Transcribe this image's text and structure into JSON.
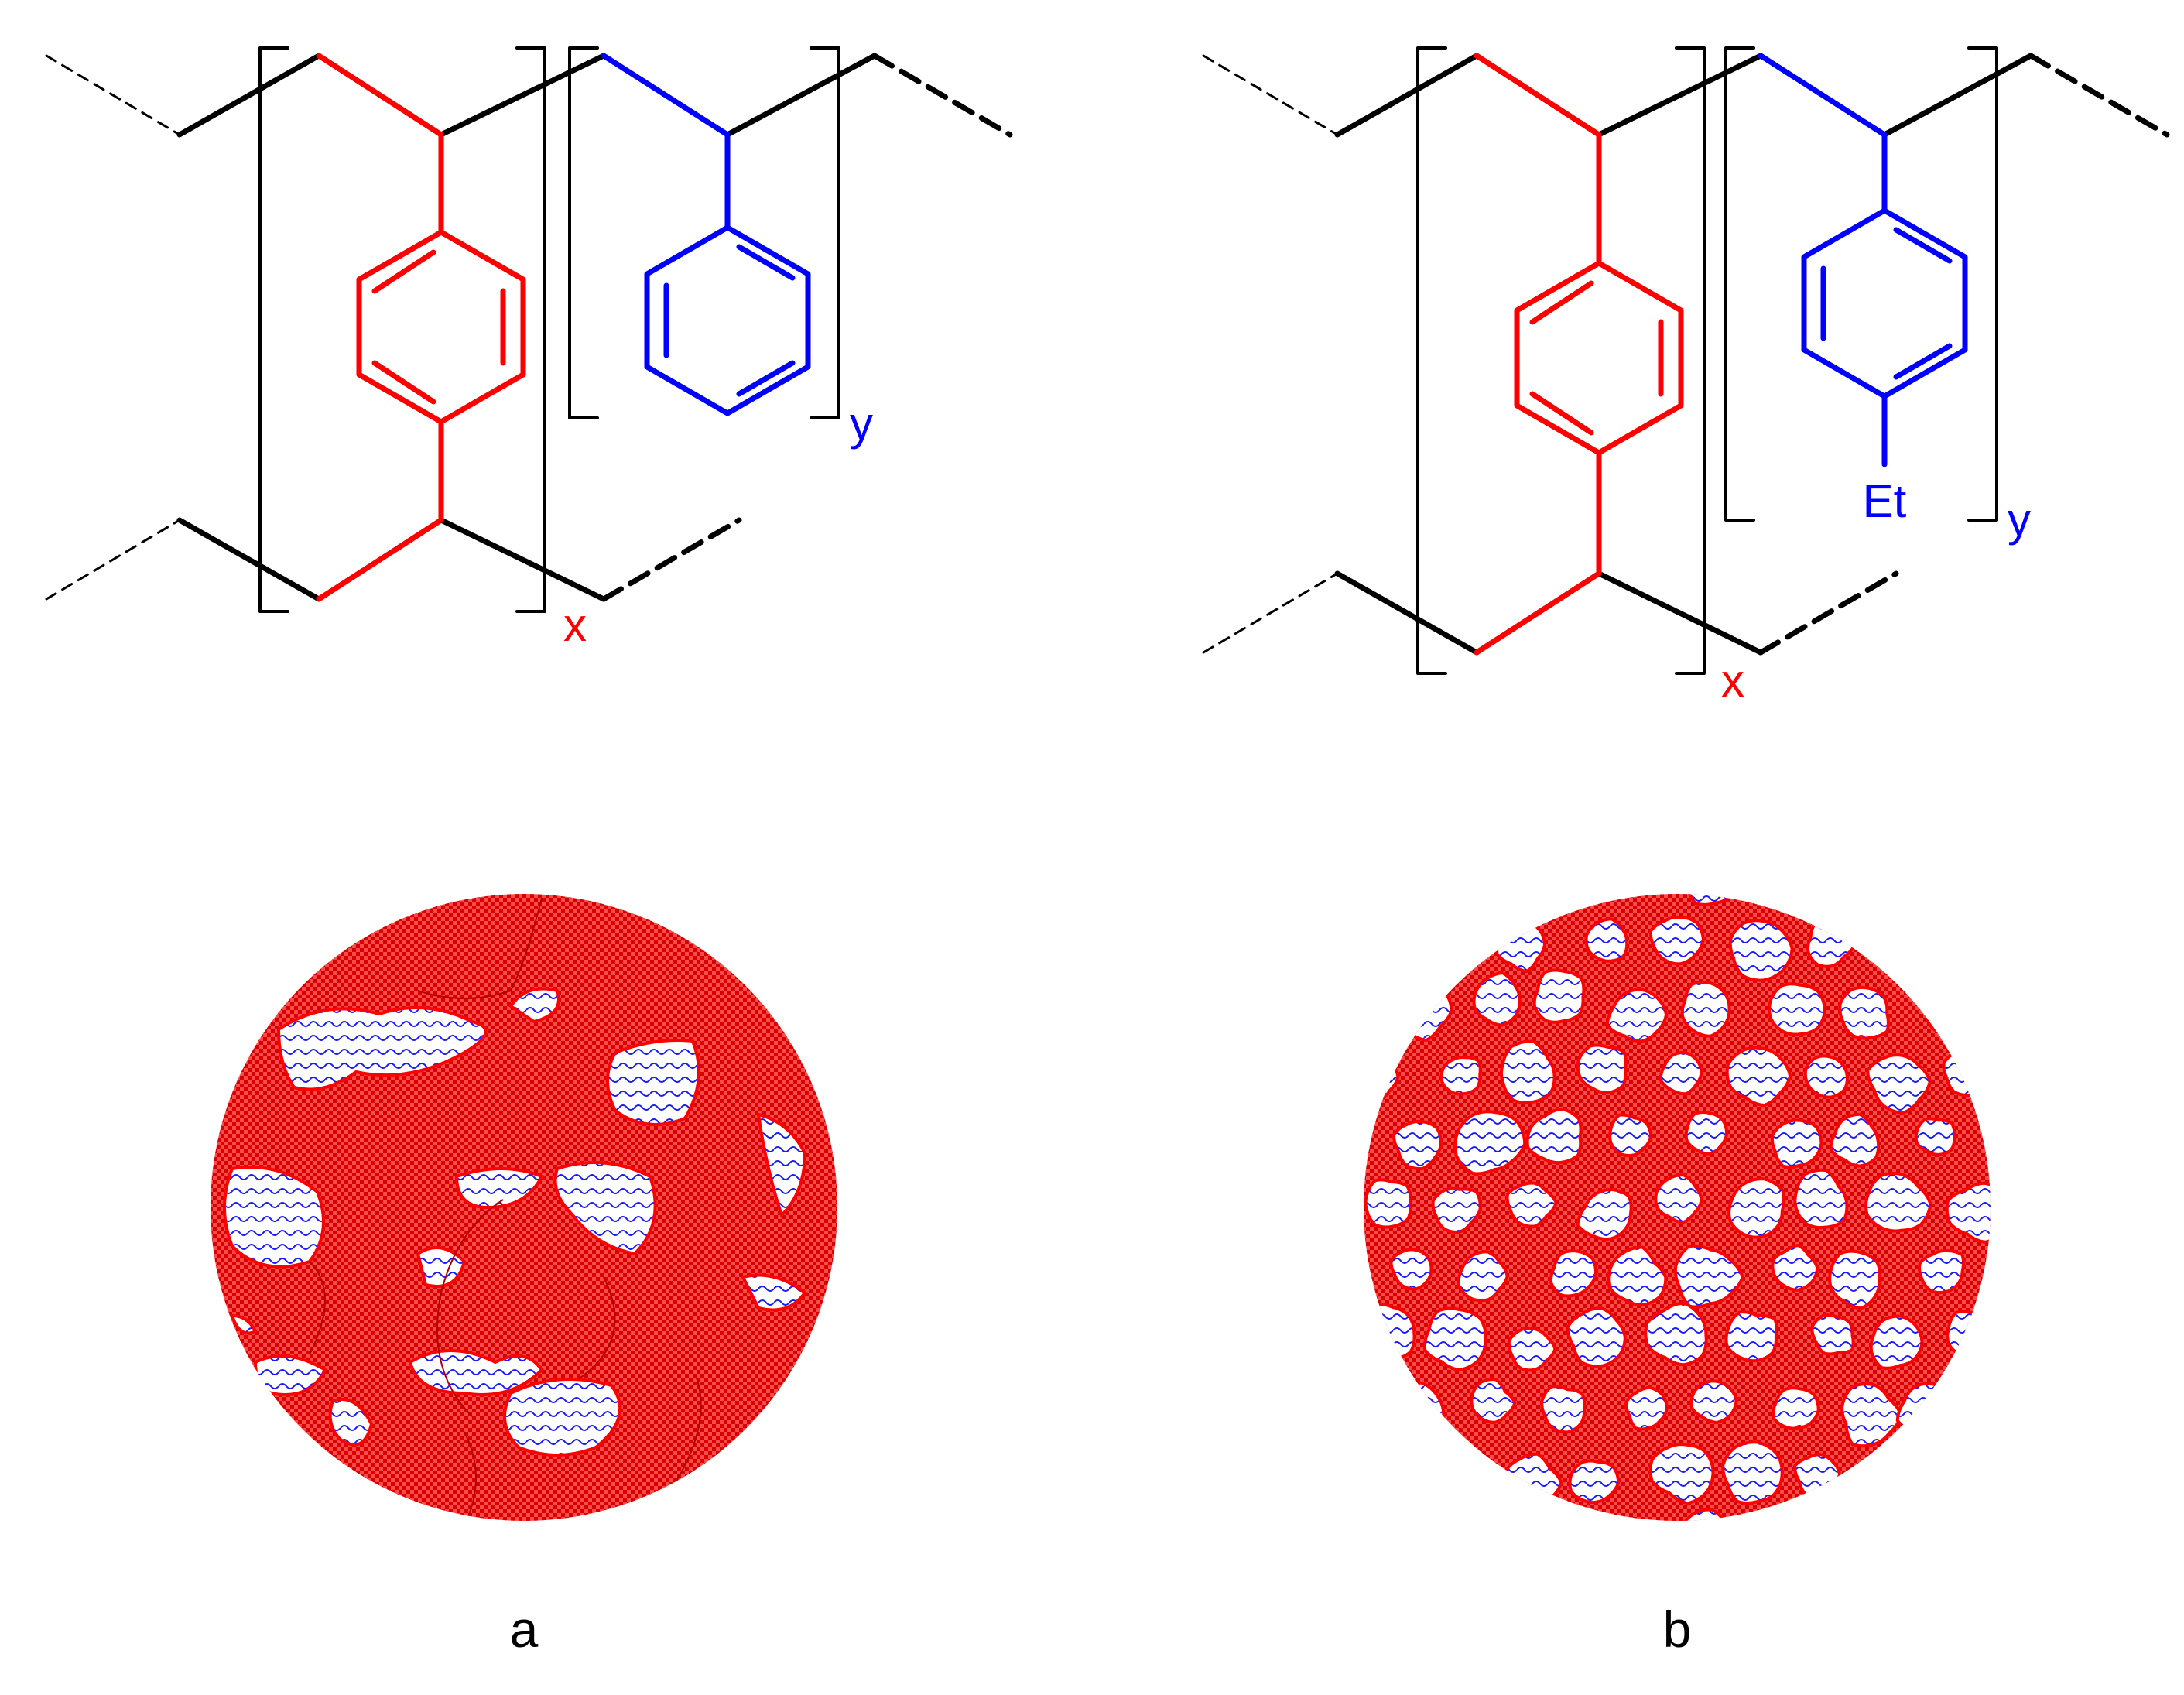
{
  "panels": [
    {
      "id": "a",
      "label": "a",
      "subscript_crosslinker": "x",
      "subscript_monomer": "y",
      "substituent": ""
    },
    {
      "id": "b",
      "label": "b",
      "subscript_crosslinker": "x",
      "subscript_monomer": "y",
      "substituent": "Et"
    }
  ],
  "colors": {
    "backbone": "#000000",
    "crosslinker": "#ff0000",
    "monomer": "#0000ff",
    "matrix_fill": "#ff2020",
    "domain_fill": "#ffffff",
    "domain_pattern": "#0000ff"
  }
}
